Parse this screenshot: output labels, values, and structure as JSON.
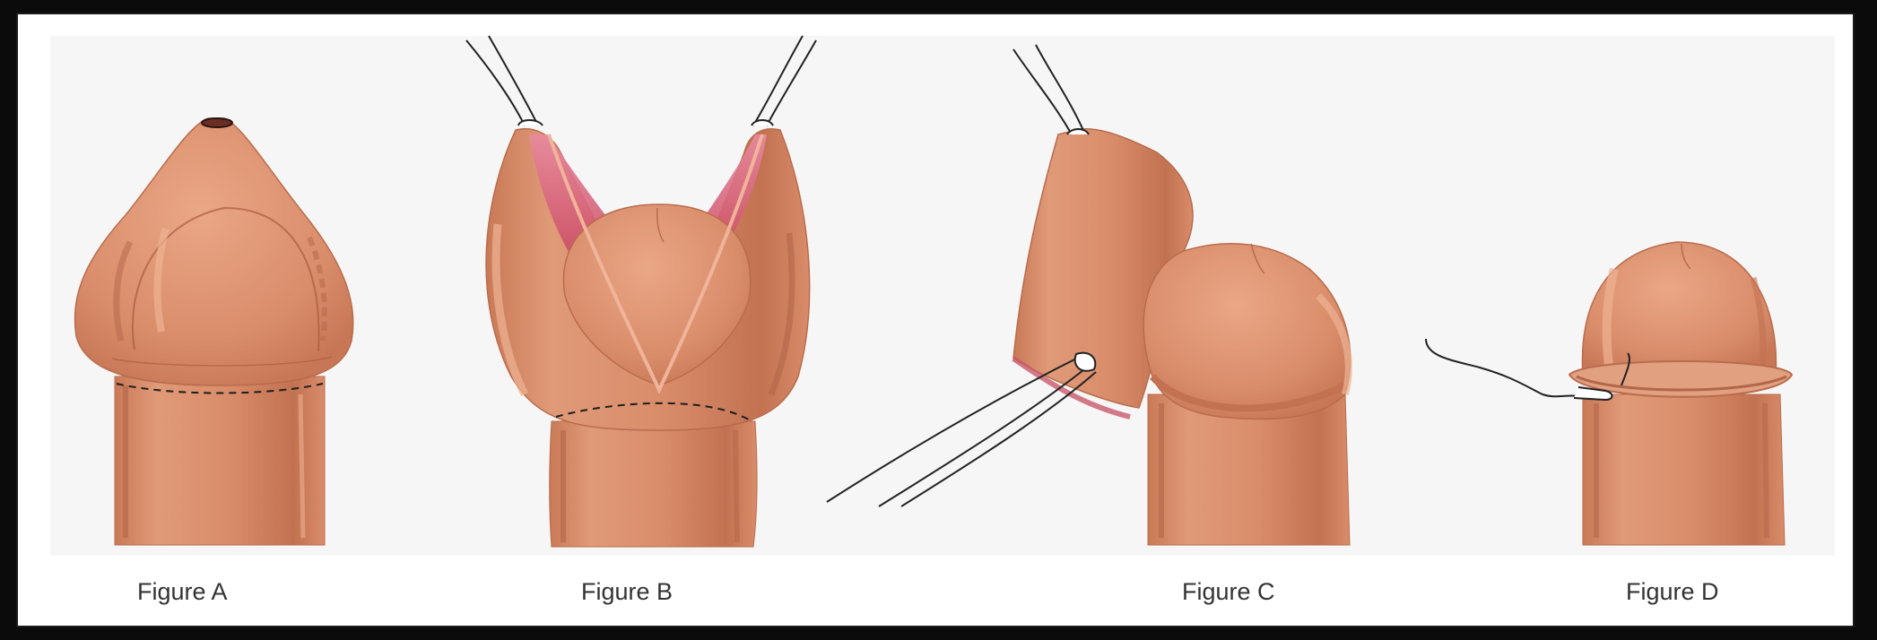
{
  "figures": [
    {
      "label": "Figure A"
    },
    {
      "label": "Figure B"
    },
    {
      "label": "Figure C"
    },
    {
      "label": "Figure D"
    }
  ],
  "colors": {
    "skin": "#d98c6a",
    "skin_light": "#e8a684",
    "skin_shadow": "#b96b4b",
    "mucosa": "#d35a6e",
    "background": "#f6f6f6",
    "frame": "#0b0b0b"
  }
}
